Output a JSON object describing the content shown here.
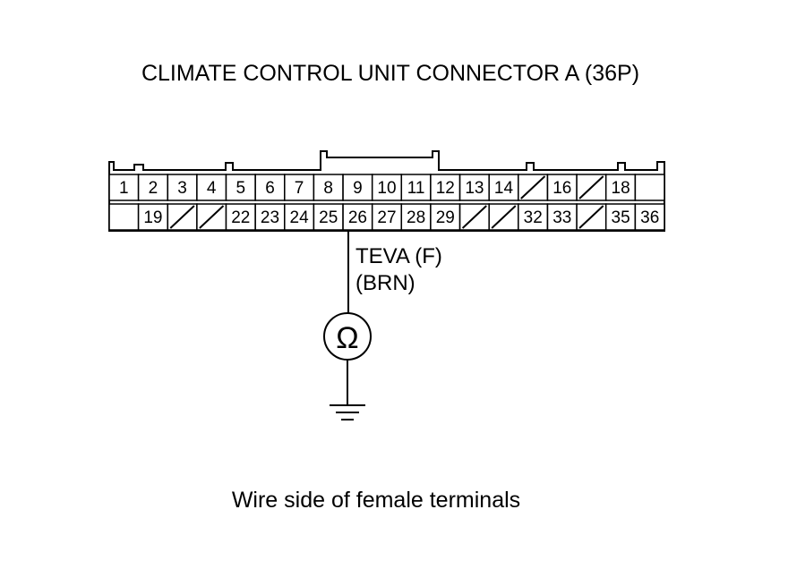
{
  "title": "CLIMATE CONTROL UNIT CONNECTOR A (36P)",
  "connector": {
    "top_row": [
      "1",
      "2",
      "3",
      "4",
      "5",
      "6",
      "7",
      "8",
      "9",
      "10",
      "11",
      "12",
      "13",
      "14",
      "",
      "16",
      "",
      "18",
      ""
    ],
    "bottom_row": [
      "",
      "19",
      "",
      "",
      "22",
      "23",
      "24",
      "25",
      "26",
      "27",
      "28",
      "29",
      "",
      "",
      "32",
      "33",
      "",
      "35",
      "36"
    ],
    "empty_slash_top": [
      14,
      16
    ],
    "empty_slash_bottom": [
      2,
      3,
      12,
      13,
      16
    ],
    "empty_blank_top": [
      18
    ],
    "empty_blank_bottom": [
      0
    ]
  },
  "probe": {
    "terminal": "26",
    "wire_name": "TEVA (F)",
    "wire_color": "(BRN)",
    "meter_symbol": "Ω",
    "meter_icon": "ohmmeter-icon",
    "ground_icon": "ground-icon"
  },
  "caption": "Wire side of female terminals"
}
